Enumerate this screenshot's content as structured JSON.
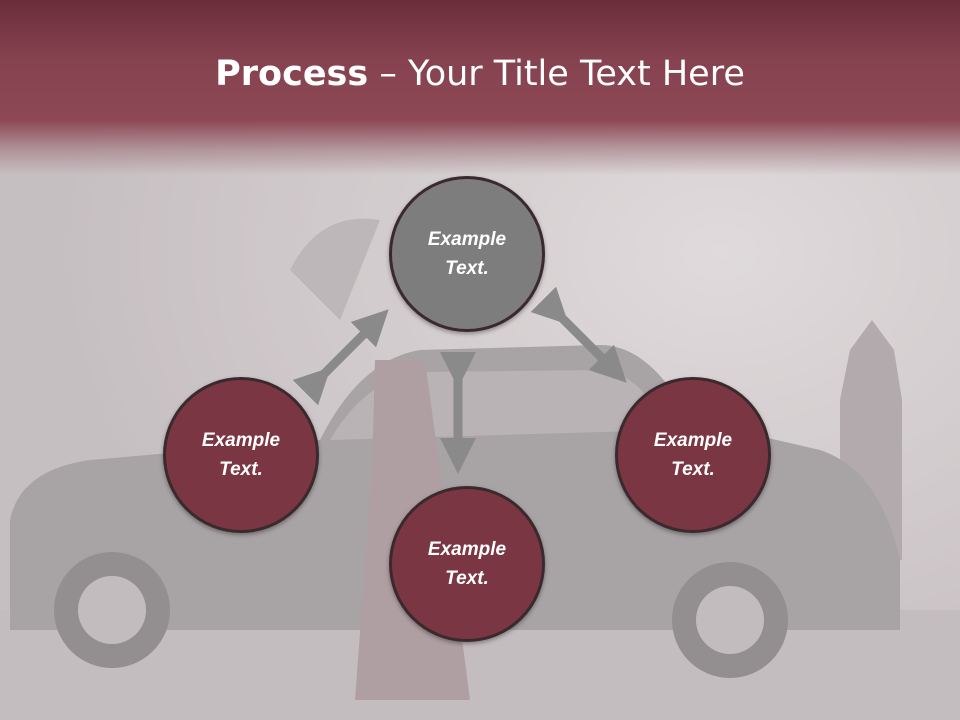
{
  "slide": {
    "title_bold": "Process",
    "title_rest": " – Your Title Text Here"
  },
  "nodes": {
    "top": "Example Text.",
    "left": "Example Text.",
    "right": "Example Text.",
    "bottom": "Example Text."
  },
  "colors": {
    "banner": "#8e4855",
    "node_primary": "#7b3643",
    "node_secondary": "#7d7d7d",
    "arrow": "#8a8a8a"
  }
}
